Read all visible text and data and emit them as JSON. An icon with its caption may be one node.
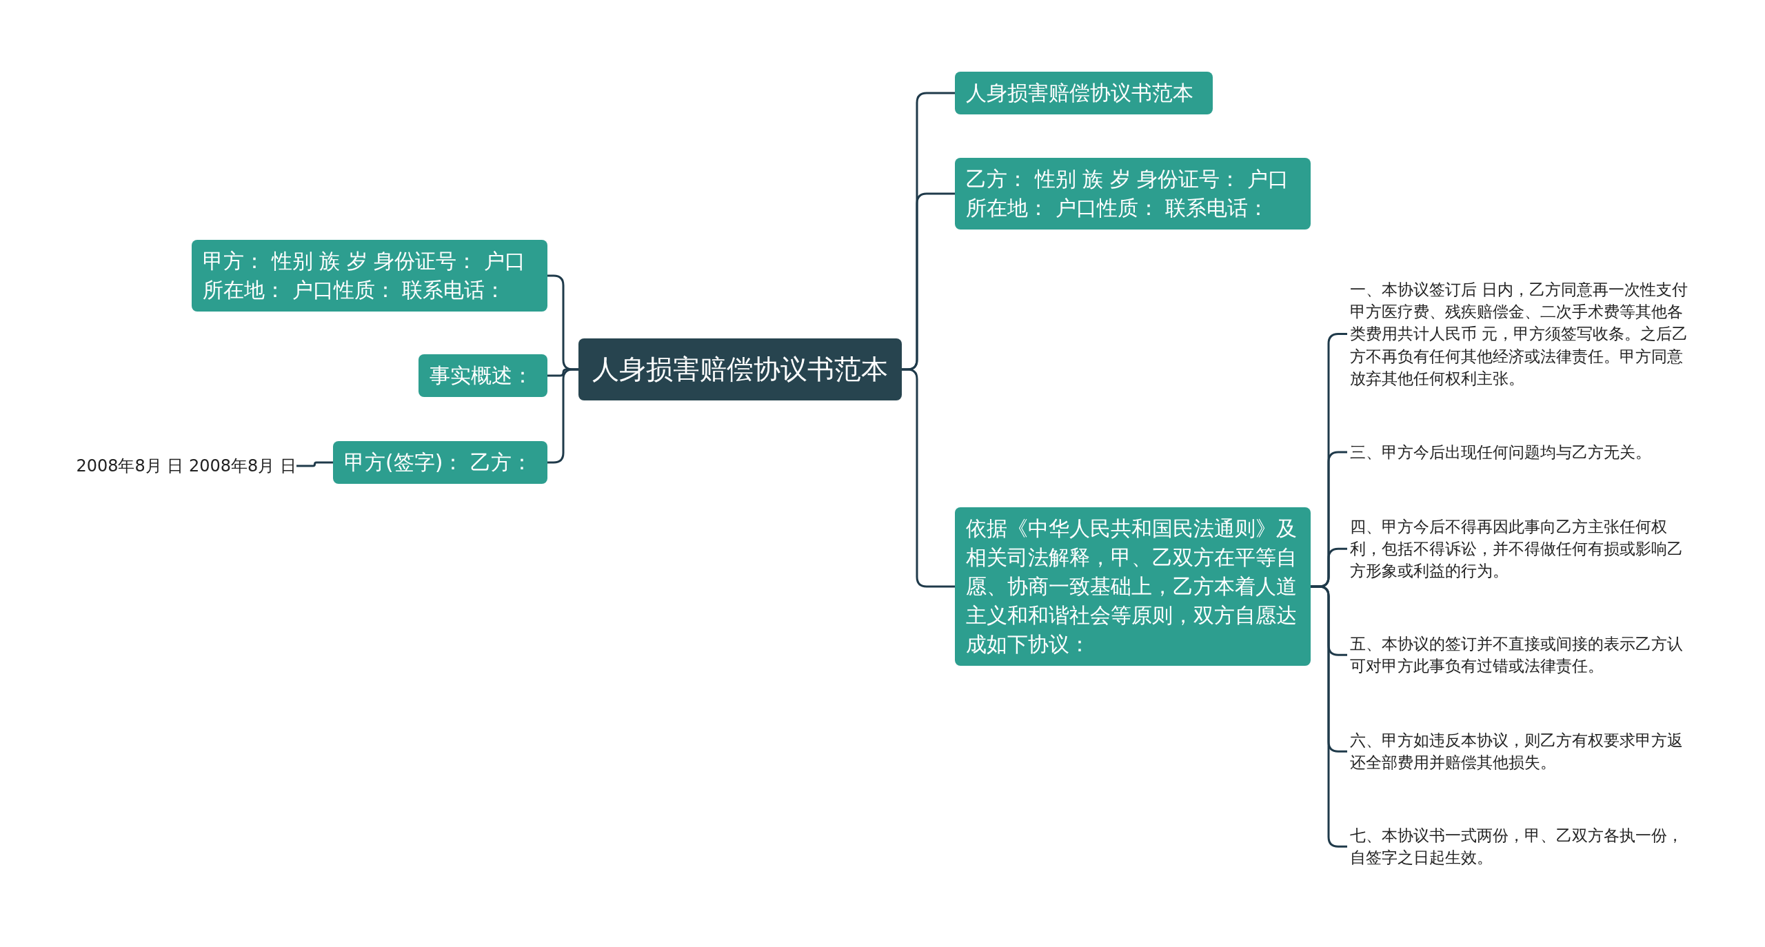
{
  "diagram": {
    "nodes": [
      {
        "text": [
          "人身损害赔偿协议书范本"
        ]
      },
      {
        "text": [
          "甲方：  性别 族 岁 身份证号：  户口所在地：  户口性质：  联系电话："
        ]
      },
      {
        "text": [
          "事实概述："
        ]
      },
      {
        "text": [
          "甲方(签字)：  乙方："
        ]
      },
      {
        "text": [
          "2008年8月 日 2008年8月 日"
        ]
      },
      {
        "text": [
          "人身损害赔偿协议书范本"
        ]
      },
      {
        "text": [
          "乙方：  性别 族 岁 身份证号：  户口所在地：  户口性质：  联系电话："
        ]
      },
      {
        "text": [
          "依据《中华人民共和国民法通则》及相关司法解释，甲、乙双方在平等自愿、协商一致基础上，乙方本着人道主义和和谐社会等原则，双方自愿达成如下协议："
        ]
      },
      {
        "text": [
          "一、本协议签订后 日内，乙方同意再一次性支付甲方医疗费、残疾赔偿金、二次手术费等其他各类费用共计人民币 元，甲方须签写收条。之后乙方不再负有任何其他经济或法律责任。甲方同意放弃其他任何权利主张。"
        ]
      },
      {
        "text": [
          "三、甲方今后出现任何问题均与乙方无关。"
        ]
      },
      {
        "text": [
          "四、甲方今后不得再因此事向乙方主张任何权利，包括不得诉讼，并不得做任何有损或影响乙方形象或利益的行为。"
        ]
      },
      {
        "text": [
          "五、本协议的签订并不直接或间接的表示乙方认可对甲方此事负有过错或法律责任。"
        ]
      },
      {
        "text": [
          "六、甲方如违反本协议，则乙方有权要求甲方返还全部费用并赔偿其他损失。"
        ]
      },
      {
        "text": [
          "七、本协议书一式两份，甲、乙双方各执一份，自签字之日起生效。"
        ]
      }
    ],
    "edges": [
      {
        "from": 0,
        "to": 1,
        "arrow": "none"
      },
      {
        "from": 0,
        "to": 2,
        "arrow": "none"
      },
      {
        "from": 0,
        "to": 3,
        "arrow": "none"
      },
      {
        "from": 3,
        "to": 4,
        "arrow": "none"
      },
      {
        "from": 0,
        "to": 5,
        "arrow": "none"
      },
      {
        "from": 0,
        "to": 6,
        "arrow": "none"
      },
      {
        "from": 0,
        "to": 7,
        "arrow": "none"
      },
      {
        "from": 7,
        "to": 8,
        "arrow": "none"
      },
      {
        "from": 7,
        "to": 9,
        "arrow": "none"
      },
      {
        "from": 7,
        "to": 10,
        "arrow": "none"
      },
      {
        "from": 7,
        "to": 11,
        "arrow": "none"
      },
      {
        "from": 7,
        "to": 12,
        "arrow": "none"
      },
      {
        "from": 7,
        "to": 13,
        "arrow": "none"
      }
    ]
  }
}
